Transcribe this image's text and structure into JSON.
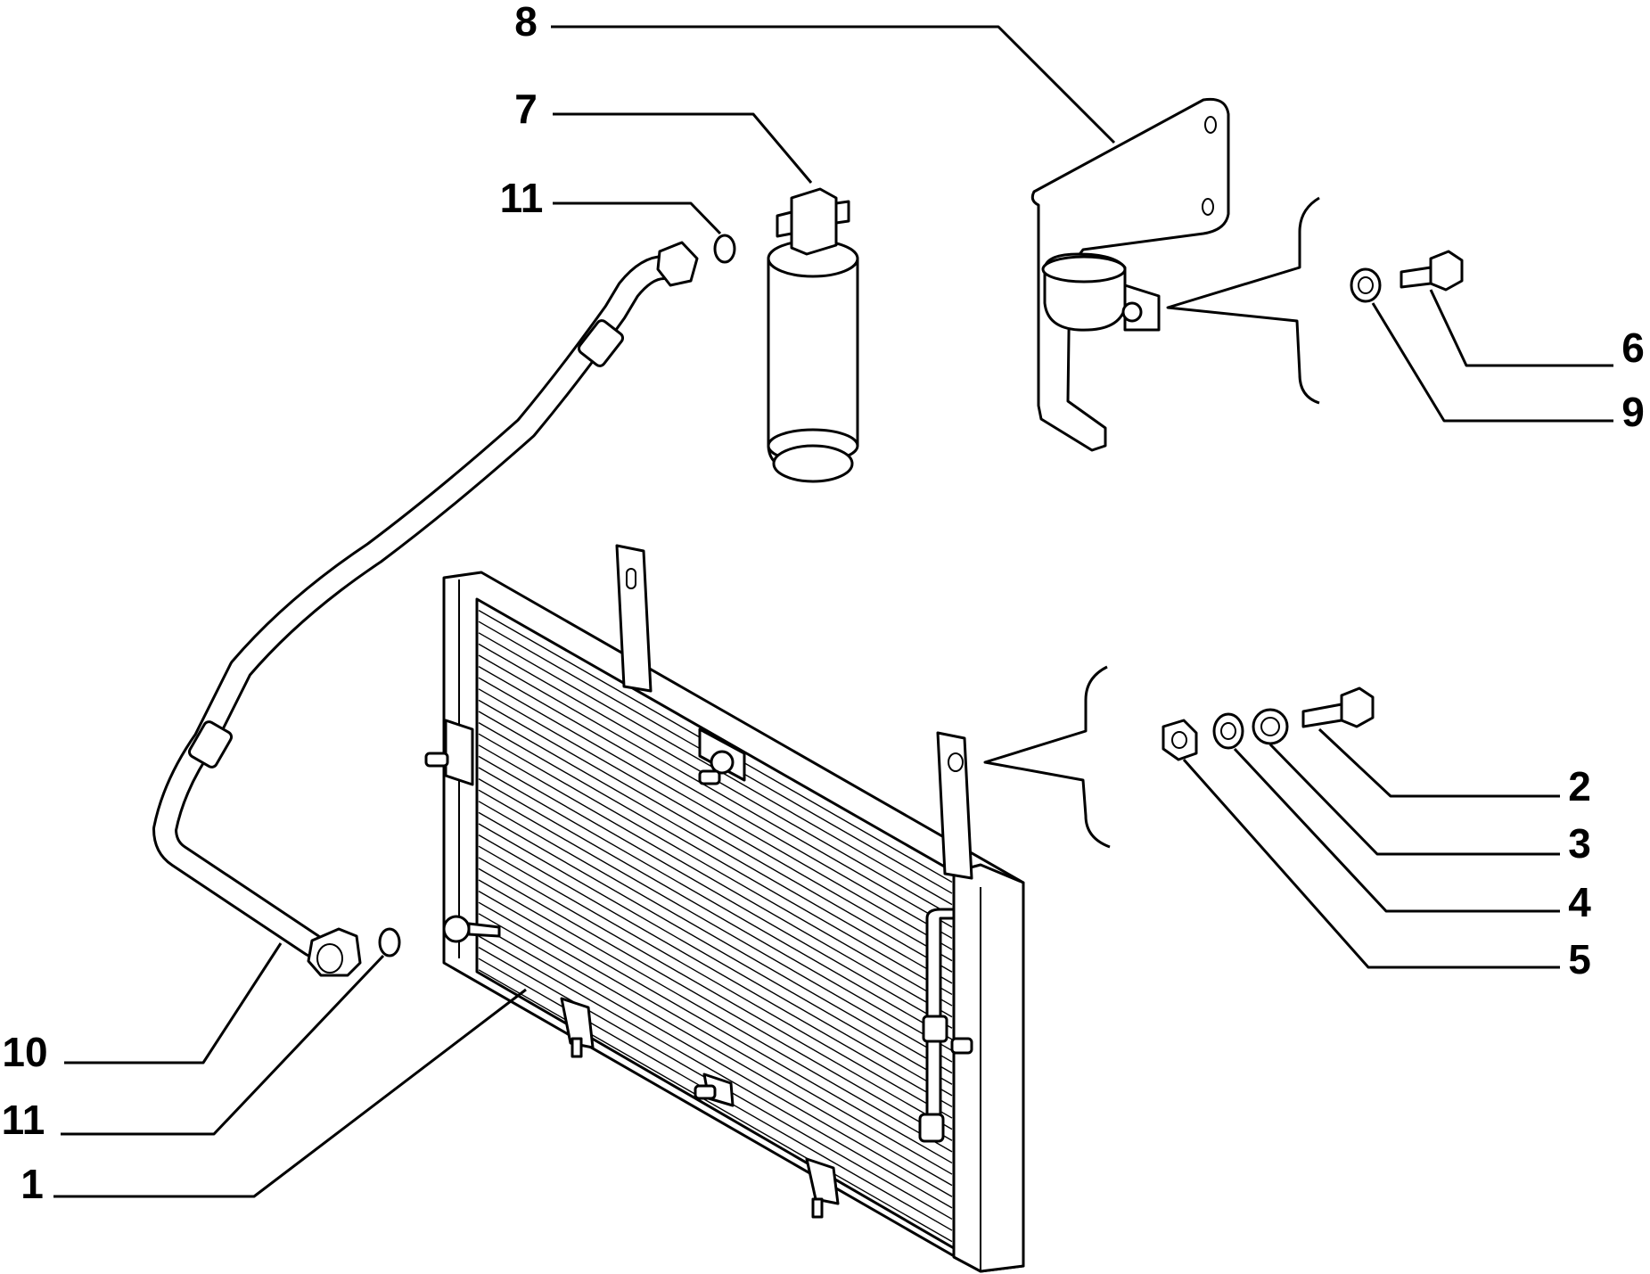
{
  "callouts": [
    {
      "id": "1",
      "label": "1"
    },
    {
      "id": "2",
      "label": "2"
    },
    {
      "id": "3",
      "label": "3"
    },
    {
      "id": "4",
      "label": "4"
    },
    {
      "id": "5",
      "label": "5"
    },
    {
      "id": "6",
      "label": "6"
    },
    {
      "id": "7",
      "label": "7"
    },
    {
      "id": "8",
      "label": "8"
    },
    {
      "id": "9",
      "label": "9"
    },
    {
      "id": "10",
      "label": "10"
    },
    {
      "id": "11a",
      "label": "11"
    },
    {
      "id": "11b",
      "label": "11"
    }
  ]
}
